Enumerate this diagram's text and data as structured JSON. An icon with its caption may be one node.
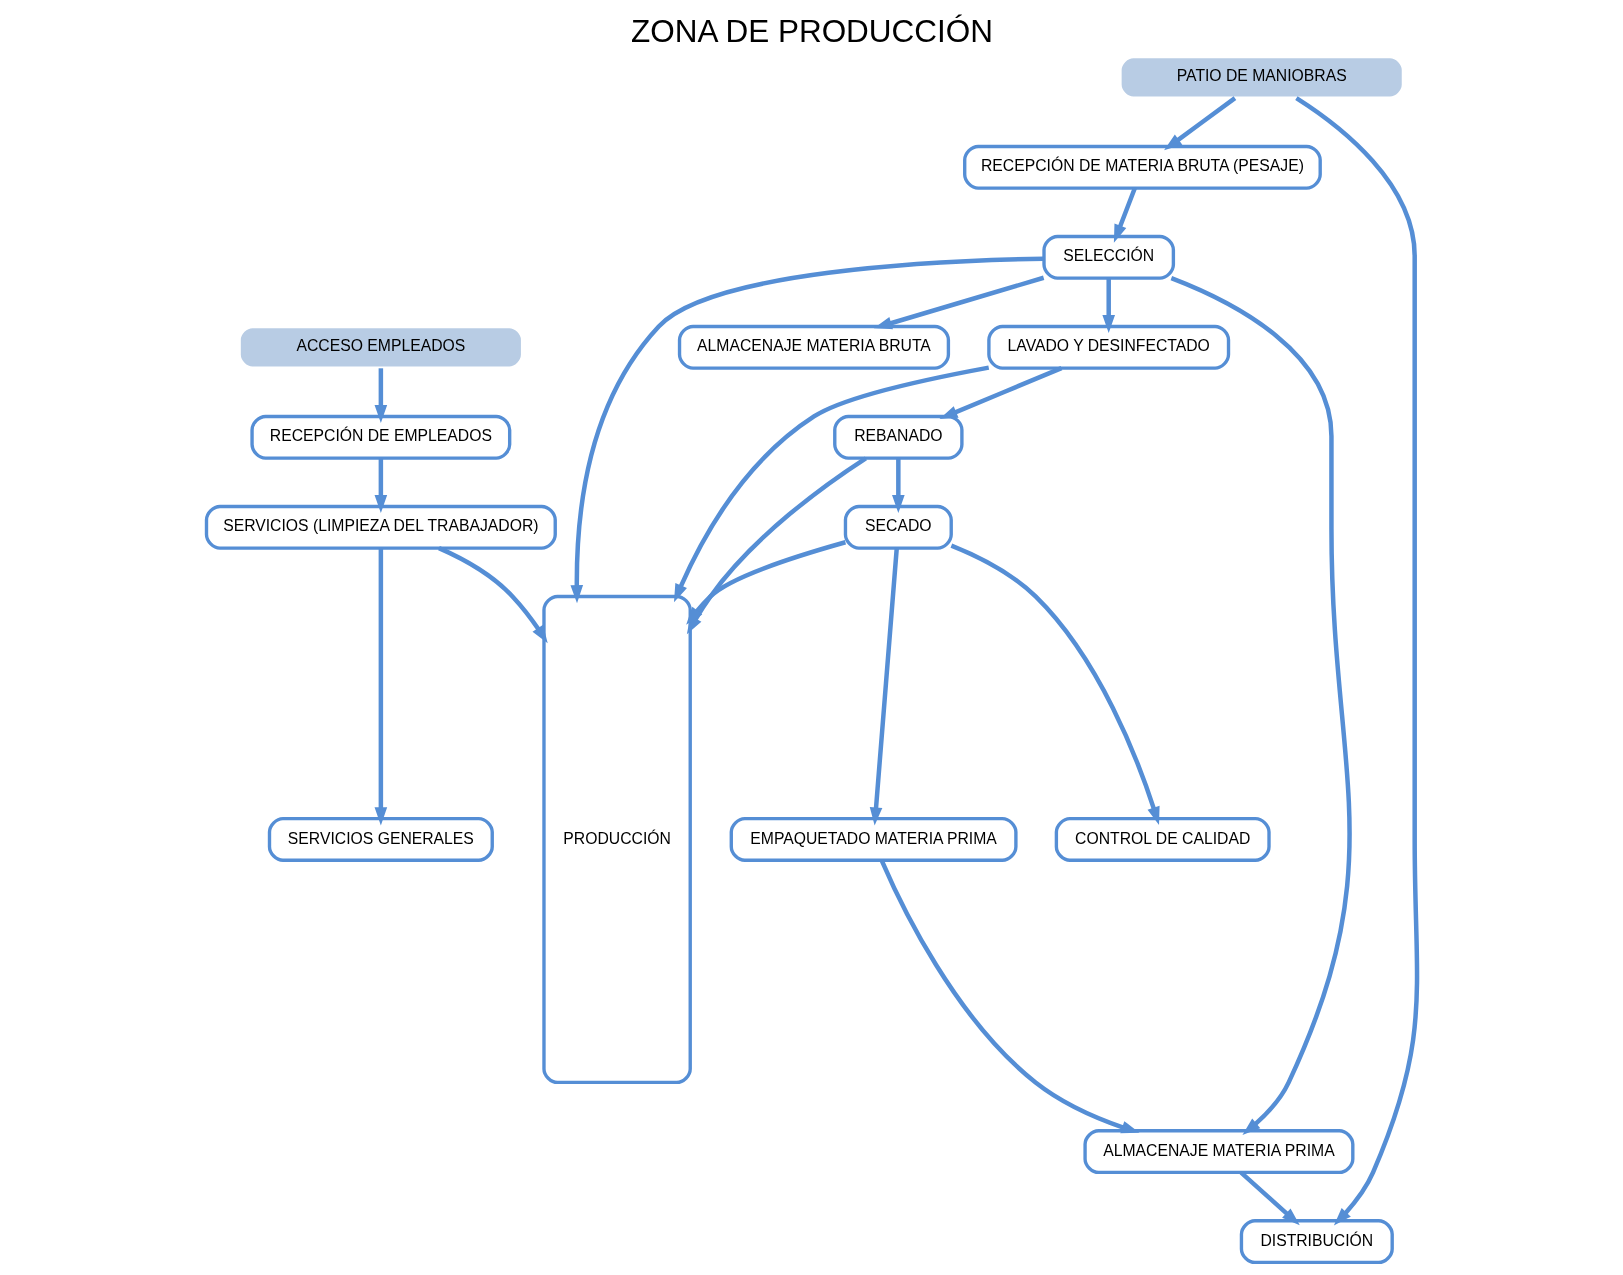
{
  "diagram": {
    "title": "ZONA DE PRODUCCIÓN",
    "nodes": [
      {
        "text": [
          "ACCESO EMPLEADOS"
        ]
      },
      {
        "text": [
          "PATIO DE MANIOBRAS"
        ]
      },
      {
        "text": [
          "RECEPCIÓN DE EMPLEADOS"
        ]
      },
      {
        "text": [
          "RECEPCIÓN DE MATERIA BRUTA (PESAJE)"
        ]
      },
      {
        "text": [
          "DISTRIBUCIÓN"
        ]
      },
      {
        "text": [
          "SERVICIOS GENERALES"
        ]
      },
      {
        "text": [
          "SERVICIOS (LIMPIEZA DEL TRABAJADOR)"
        ]
      },
      {
        "text": [
          "PRODUCCIÓN"
        ]
      },
      {
        "text": [
          "SELECCIÓN"
        ]
      },
      {
        "text": [
          "ALMACENAJE MATERIA BRUTA"
        ]
      },
      {
        "text": [
          "LAVADO Y DESINFECTADO"
        ]
      },
      {
        "text": [
          "ALMACENAJE MATERIA PRIMA"
        ]
      },
      {
        "text": [
          "REBANADO"
        ]
      },
      {
        "text": [
          "SECADO"
        ]
      },
      {
        "text": [
          "EMPAQUETADO MATERIA PRIMA"
        ]
      },
      {
        "text": [
          "CONTROL DE CALIDAD"
        ]
      }
    ],
    "edges": [
      {
        "from": 0,
        "to": 2,
        "arrow": "to"
      },
      {
        "from": 2,
        "to": 6,
        "arrow": "to"
      },
      {
        "from": 6,
        "to": 5,
        "arrow": "to"
      },
      {
        "from": 6,
        "to": 7,
        "arrow": "to"
      },
      {
        "from": 1,
        "to": 3,
        "arrow": "to"
      },
      {
        "from": 1,
        "to": 4,
        "arrow": "to"
      },
      {
        "from": 3,
        "to": 8,
        "arrow": "to"
      },
      {
        "from": 8,
        "to": 7,
        "arrow": "to"
      },
      {
        "from": 8,
        "to": 10,
        "arrow": "to"
      },
      {
        "from": 8,
        "to": 9,
        "arrow": "to"
      },
      {
        "from": 8,
        "to": 11,
        "arrow": "to"
      },
      {
        "from": 10,
        "to": 7,
        "arrow": "to"
      },
      {
        "from": 10,
        "to": 12,
        "arrow": "to"
      },
      {
        "from": 12,
        "to": 7,
        "arrow": "to"
      },
      {
        "from": 12,
        "to": 13,
        "arrow": "to"
      },
      {
        "from": 13,
        "to": 7,
        "arrow": "to"
      },
      {
        "from": 13,
        "to": 14,
        "arrow": "to"
      },
      {
        "from": 13,
        "to": 15,
        "arrow": "to"
      },
      {
        "from": 14,
        "to": 11,
        "arrow": "to"
      },
      {
        "from": 11,
        "to": 4,
        "arrow": "to"
      }
    ]
  }
}
